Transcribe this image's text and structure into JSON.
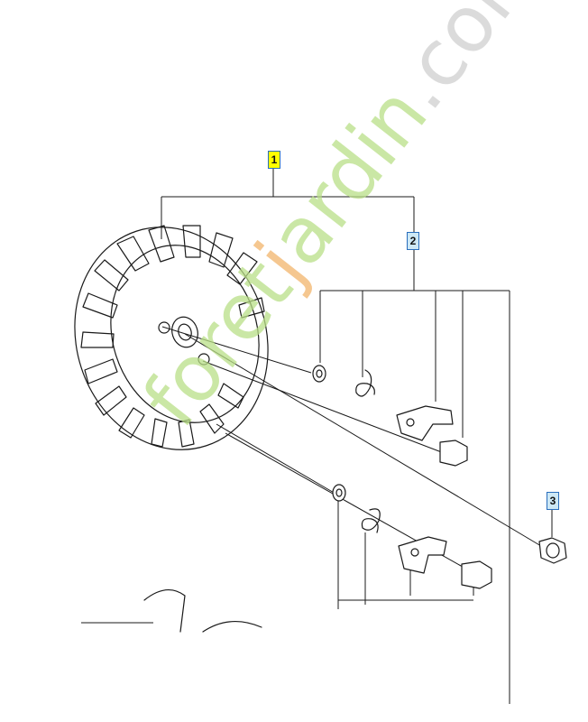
{
  "callouts": {
    "c1": "1",
    "c2": "2",
    "c3": "3"
  },
  "watermark": {
    "main": "foret",
    "dot": "j",
    "rest": "ardin",
    "tail": ".com"
  },
  "colors": {
    "callout_1": "#ffff00",
    "callout_2_3": "#cde8f5",
    "watermark": "#b9df87"
  }
}
